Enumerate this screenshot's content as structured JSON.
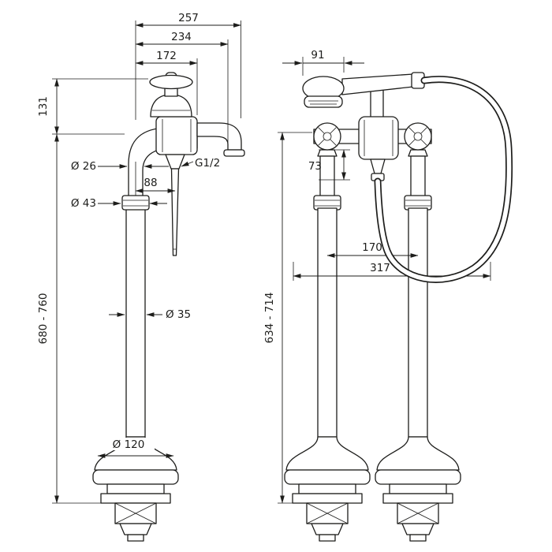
{
  "diagram": {
    "type": "technical-dimension-drawing",
    "subject": "freestanding-bath-mixer-two-views",
    "colors": {
      "background": "#ffffff",
      "line": "#1d1d1b"
    },
    "side": {
      "proj_total": "257",
      "proj_mid": "234",
      "proj_inner": "172",
      "top_height": "131",
      "upper_pipe_dia": "Ø 26",
      "collar_dia": "Ø 43",
      "holder_offset": "88",
      "thread": "G1/2",
      "install_height": "680 - 760",
      "pipe_dia": "Ø 35",
      "base_dia": "Ø 120"
    },
    "front": {
      "shower_head_width": "91",
      "handle_drop": "73",
      "install_height": "634 - 714",
      "pipe_pitch": "170",
      "overall_width": "317"
    }
  }
}
